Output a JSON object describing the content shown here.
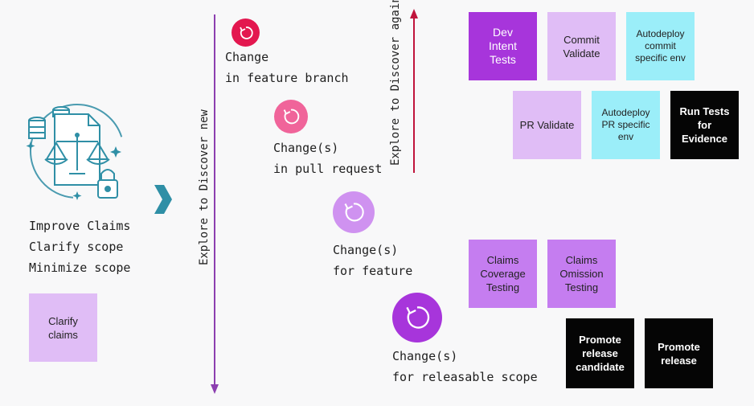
{
  "left_panel": {
    "lines": [
      "Improve Claims",
      "Clarify scope",
      "Minimize scope"
    ],
    "note": "Clarify claims",
    "icon": "legal-claims-icon",
    "arrow_icon": "chevron-right-icon"
  },
  "axes": {
    "down_label": "Explore to Discover new",
    "up_label": "Explore to Discover again"
  },
  "changes": [
    {
      "line1": "Change",
      "line2": "in feature branch",
      "color": "#e3174f"
    },
    {
      "line1": "Change(s)",
      "line2": "in pull request",
      "color": "#f0649a"
    },
    {
      "line1": "Change(s)",
      "line2": "for feature",
      "color": "#cf92f0"
    },
    {
      "line1": "Change(s)",
      "line2": "for releasable scope",
      "color": "#a735db"
    }
  ],
  "notes": {
    "dev_intent": "Dev Intent Tests",
    "commit_validate": "Commit Validate",
    "autodeploy_commit": "Autodeploy commit specific env",
    "pr_validate": "PR Validate",
    "autodeploy_pr": "Autodeploy PR specific env",
    "run_tests": "Run Tests for Evidence",
    "claims_coverage": "Claims Coverage Testing",
    "claims_omission": "Claims Omission Testing",
    "promote_candidate": "Promote release candidate",
    "promote_release": "Promote release"
  },
  "colors": {
    "purple_strong": "#a735db",
    "purple_light": "#e0bdf6",
    "purple_mid": "#c57df0",
    "cyan": "#9beef9",
    "black": "#050505",
    "arrow_purple": "#8c3fb0",
    "arrow_red": "#c0143c",
    "icon_teal": "#2f8fa6"
  }
}
